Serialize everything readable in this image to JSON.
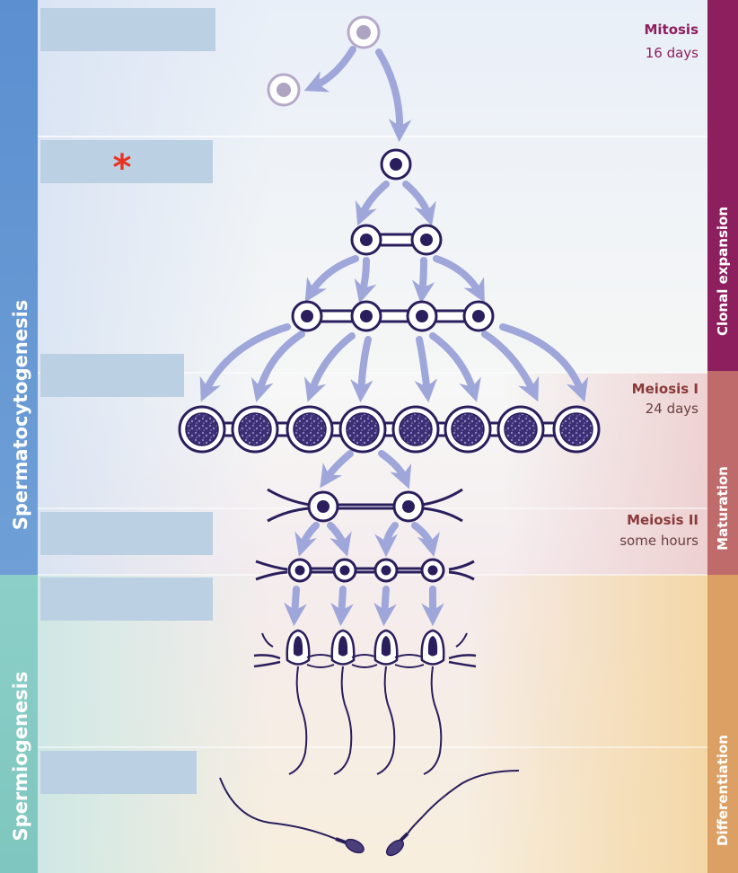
{
  "left_bands": {
    "spermatocytogenesis": "Spermatocytogenesis",
    "spermiogenesis": "Spermiogenesis"
  },
  "right_bands": {
    "clonal_expansion": "Clonal expansion",
    "maturation": "Maturation",
    "differentiation": "Differentiation"
  },
  "stages": {
    "mitosis": {
      "name": "Mitosis",
      "duration": "16 days"
    },
    "meiosis1": {
      "name": "Meiosis I",
      "duration": "24 days"
    },
    "meiosis2": {
      "name": "Meiosis II",
      "duration": "some hours"
    }
  },
  "marker": "*",
  "colors": {
    "left_band_top": "#5b8fd0",
    "left_band_bottom": "#7ec6bf",
    "right_clonal": "#8e1f5e",
    "right_maturation": "#bf6b6b",
    "right_differentiation": "#dca064",
    "arrow": "#9fa7da",
    "cell_outline": "#2a1e5c",
    "nucleus": "#2a1e5c",
    "label_box": "#bcd0e3",
    "marker": "#e8321e",
    "mitosis_text": "#8e1f5e",
    "meiosis_text": "#8a3a3a"
  }
}
